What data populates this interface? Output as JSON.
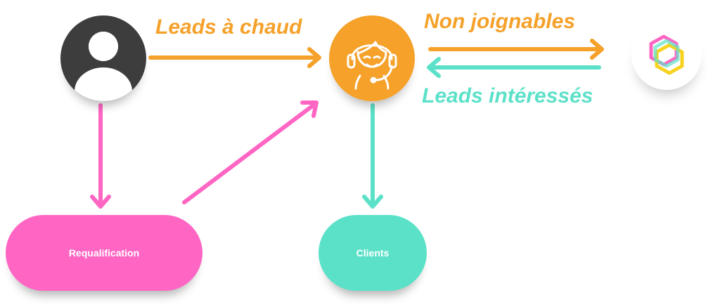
{
  "diagram": {
    "colors": {
      "orange": "#f5a12a",
      "pink": "#ff66c4",
      "teal": "#5ce1c9",
      "dark": "#3d3d3d"
    },
    "nodes": {
      "user": {
        "icon": "user-avatar-icon"
      },
      "agent": {
        "icon": "call-center-agent-icon"
      },
      "crm": {
        "icon": "hexagon-logo-icon"
      },
      "requalification": {
        "label": "Requalification"
      },
      "clients": {
        "label": "Clients"
      }
    },
    "edges": {
      "leads_chaud": "Leads à chaud",
      "non_joignables": "Non joignables",
      "leads_interesses": "Leads intéressés"
    }
  }
}
